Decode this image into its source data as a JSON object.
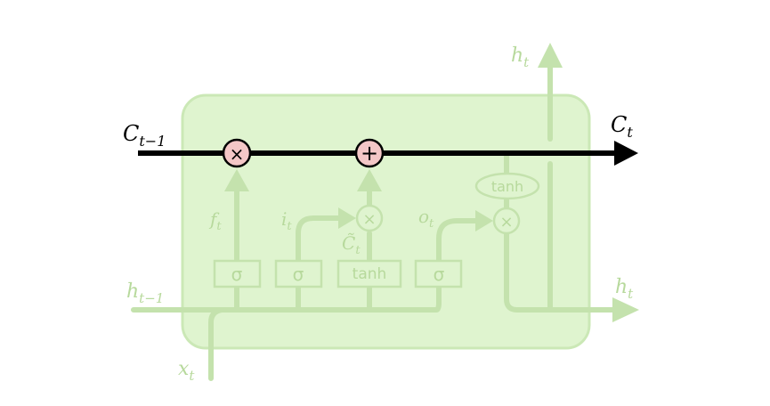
{
  "diagram": {
    "title": "LSTM cell – cell state highlighted",
    "labels": {
      "c_prev": "C",
      "c_prev_sub": "t−1",
      "c_next": "C",
      "c_next_sub": "t",
      "h_prev": "h",
      "h_prev_sub": "t−1",
      "h_out_right": "h",
      "h_out_right_sub": "t",
      "h_out_top": "h",
      "h_out_top_sub": "t",
      "x_in": "x",
      "x_in_sub": "t",
      "f_gate": "f",
      "f_gate_sub": "t",
      "i_gate": "i",
      "i_gate_sub": "t",
      "o_gate": "o",
      "o_gate_sub": "t",
      "c_tilde": "C̃",
      "c_tilde_sub": "t"
    },
    "operators": {
      "forget_multiply": "×",
      "cell_add": "+",
      "input_multiply": "×",
      "output_multiply": "×"
    },
    "layers": {
      "sigma_1": "σ",
      "sigma_2": "σ",
      "tanh_layer": "tanh",
      "sigma_3": "σ",
      "tanh_pointwise": "tanh"
    },
    "colors": {
      "cell_fill": "#dff4cf",
      "cell_stroke": "#c8e6b2",
      "faded": "#c4e2ad",
      "faded_text": "#b7d99c",
      "highlight_line": "#000000",
      "op_fill": "#f4c7c7"
    }
  }
}
